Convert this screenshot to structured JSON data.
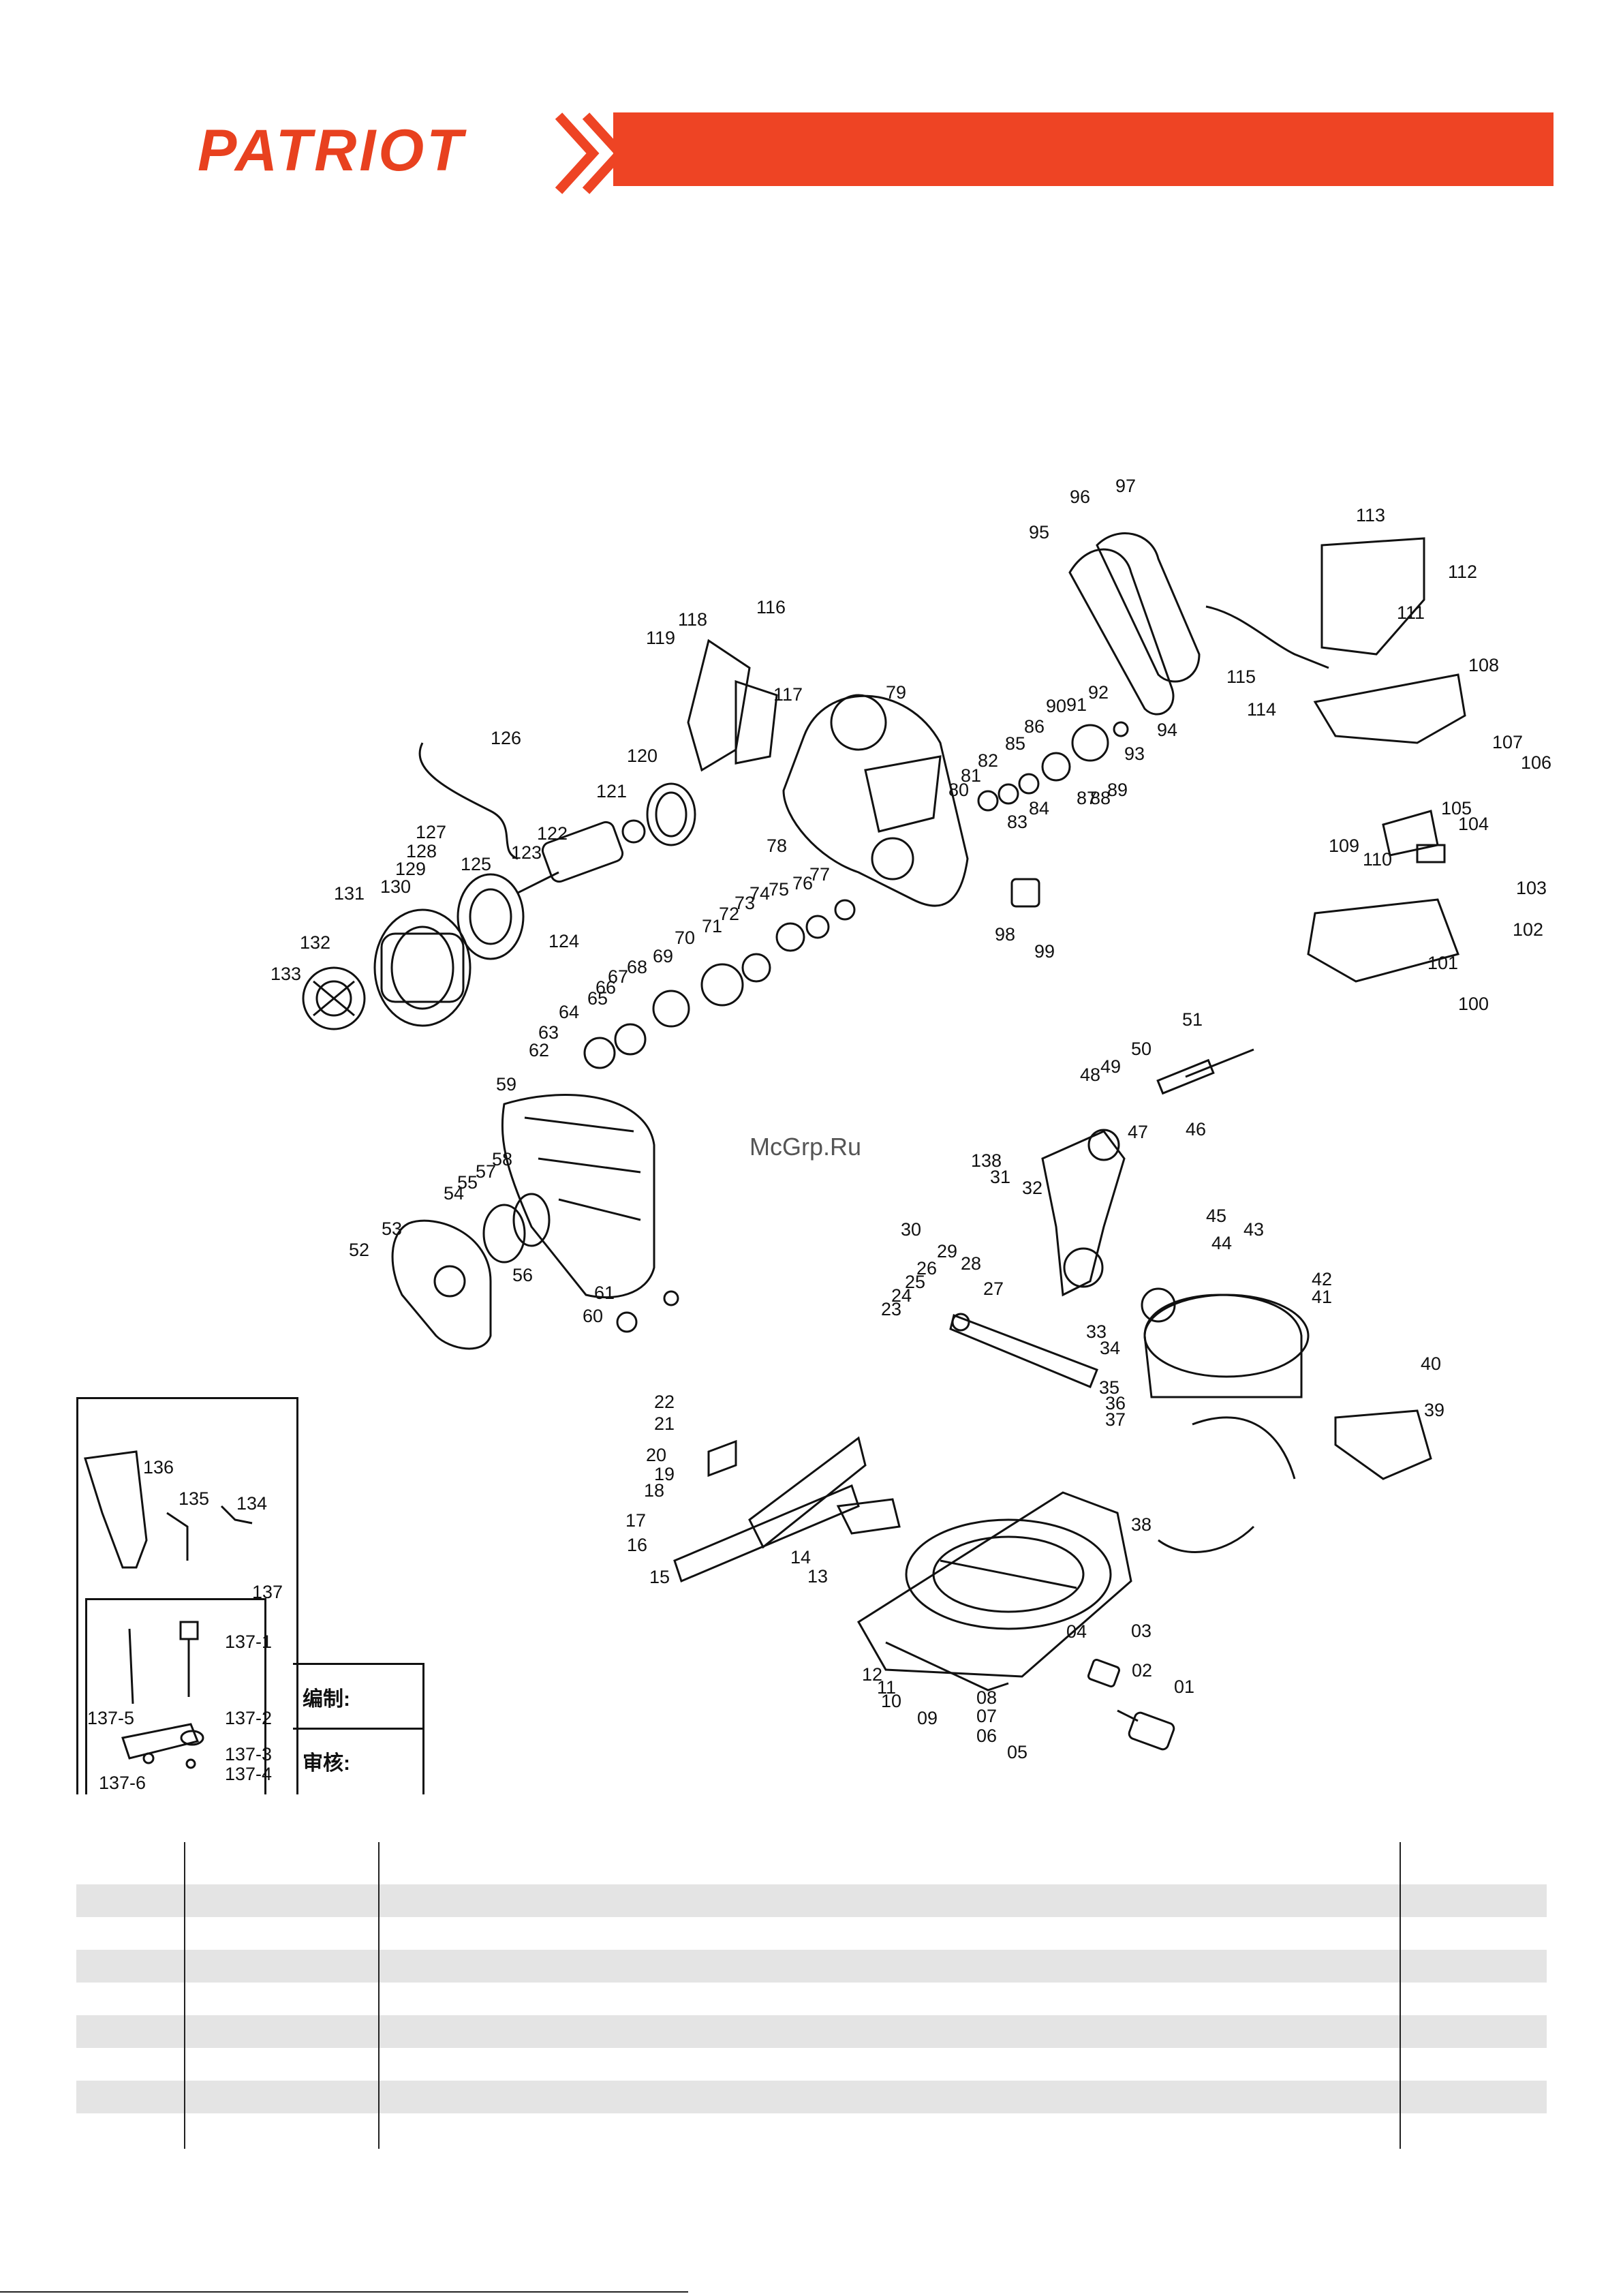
{
  "header": {
    "brand": "PATRIOT",
    "brand_color": "#e8411f",
    "band_color": "#ee4424"
  },
  "watermark": "McGrp.Ru",
  "approval": {
    "compiled_label": "编制:",
    "reviewed_label": "审核:"
  },
  "diagram": {
    "labels": [
      "01",
      "02",
      "03",
      "04",
      "05",
      "06",
      "07",
      "08",
      "09",
      "10",
      "11",
      "12",
      "13",
      "14",
      "15",
      "16",
      "17",
      "18",
      "19",
      "20",
      "21",
      "22",
      "23",
      "24",
      "25",
      "26",
      "27",
      "28",
      "29",
      "30",
      "31",
      "32",
      "33",
      "34",
      "35",
      "36",
      "37",
      "38",
      "39",
      "40",
      "41",
      "42",
      "43",
      "44",
      "45",
      "46",
      "47",
      "48",
      "49",
      "50",
      "51",
      "52",
      "53",
      "54",
      "55",
      "56",
      "57",
      "58",
      "59",
      "60",
      "61",
      "62",
      "63",
      "64",
      "65",
      "66",
      "67",
      "68",
      "69",
      "70",
      "71",
      "72",
      "73",
      "74",
      "75",
      "76",
      "77",
      "78",
      "79",
      "80",
      "81",
      "82",
      "83",
      "84",
      "85",
      "86",
      "87",
      "88",
      "89",
      "90",
      "91",
      "92",
      "93",
      "94",
      "95",
      "96",
      "97",
      "98",
      "99",
      "100",
      "101",
      "102",
      "103",
      "104",
      "105",
      "106",
      "107",
      "108",
      "109",
      "110",
      "111",
      "112",
      "113",
      "114",
      "115",
      "116",
      "117",
      "118",
      "119",
      "120",
      "121",
      "122",
      "123",
      "124",
      "125",
      "126",
      "127",
      "128",
      "129",
      "130",
      "131",
      "132",
      "133",
      "134",
      "135",
      "136",
      "137",
      "137-1",
      "137-2",
      "137-3",
      "137-4",
      "137-5",
      "137-6",
      "138"
    ]
  },
  "table": {
    "rows": 8
  }
}
